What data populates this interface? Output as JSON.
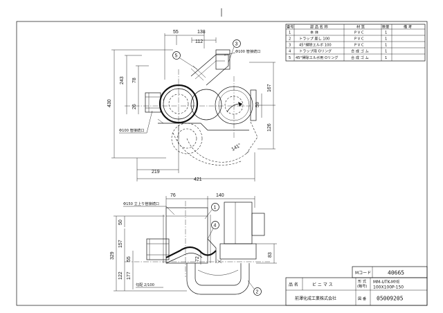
{
  "parts_table": {
    "headers": [
      "番号",
      "部 品 名 称",
      "材 質",
      "数量",
      "備 考"
    ],
    "rows": [
      {
        "no": "1",
        "name": "本 体",
        "material": "P V C",
        "qty": "1",
        "note": ""
      },
      {
        "no": "2",
        "name": "トラップ 差し 100",
        "material": "P V C",
        "qty": "1",
        "note": ""
      },
      {
        "no": "3",
        "name": "45°掃除エルボ 100",
        "material": "P V C",
        "qty": "1",
        "note": ""
      },
      {
        "no": "4",
        "name": "トラップ用 Oリング",
        "material": "合 成 ゴ ム",
        "qty": "1",
        "note": ""
      },
      {
        "no": "5",
        "name": "45°掃除エルボ用 Oリング",
        "material": "合 成 ゴ ム",
        "qty": "1",
        "note": ""
      }
    ]
  },
  "title_block": {
    "mcode_label": "Mコード",
    "mcode_value": "40665",
    "name_label": "品 名",
    "name_value": "ビ ニ マ ス",
    "model_label": "形 式",
    "model_sub": "(略号)",
    "model_value_1": "MM-UTK-MYE",
    "model_value_2": "100X100P-150",
    "company": "前澤化成工業株式会社",
    "drawing_no_label": "図 番",
    "drawing_no": "05009205"
  },
  "plan_view": {
    "dims": {
      "d55": "55",
      "d138": "138",
      "d112": "112",
      "d243": "243",
      "d78": "78",
      "d430": "430",
      "d26": "26",
      "d167": "167",
      "d59": "59",
      "d126": "126",
      "d141": "141°",
      "d219": "219",
      "d421": "421"
    },
    "notes": {
      "inlet_top": "Φ100 管接続口",
      "inlet_left": "Φ100 管接続口"
    },
    "balloons": [
      "3",
      "5"
    ]
  },
  "elevation_view": {
    "dims": {
      "d76": "76",
      "d140": "140",
      "d50": "50",
      "d157": "157",
      "d55": "55",
      "d329": "329",
      "d122": "122",
      "d177": "177",
      "d72": "72",
      "d83": "83"
    },
    "notes": {
      "riser": "Φ150 立上り管接続口",
      "slope": "勾配 2/100"
    },
    "balloons": [
      "1",
      "4",
      "2"
    ]
  }
}
